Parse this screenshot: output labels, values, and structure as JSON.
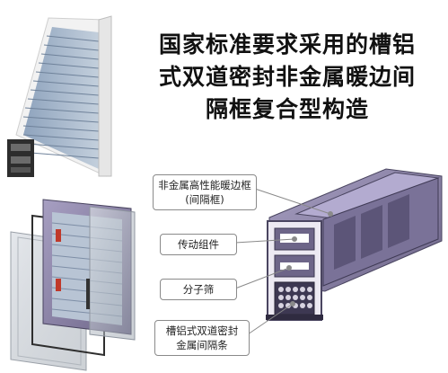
{
  "title": {
    "line1": "国家标准要求采用的槽铝",
    "line2": "式双道密封非金属暖边间",
    "line3": "隔框复合型构造"
  },
  "labels": {
    "spacer_line1": "非金属高性能暖边框",
    "spacer_line2": "(间隔框)",
    "drive": "传动组件",
    "sieve": "分子筛",
    "seal_line1": "槽铝式双道密封",
    "seal_line2": "金属间隔条"
  },
  "colors": {
    "frame_purple": "#8a82a8",
    "frame_dark": "#4a4560",
    "blind_blue": "#9fb2c8",
    "glass_gray": "#c7ccd3"
  }
}
